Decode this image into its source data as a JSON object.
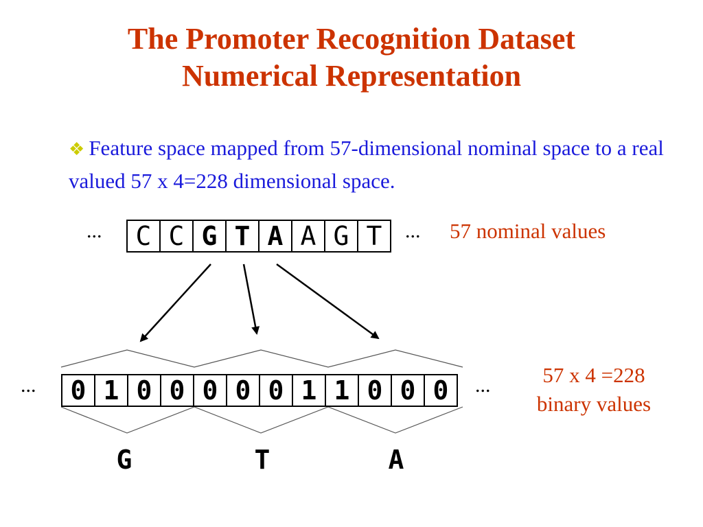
{
  "title": {
    "line1": "The Promoter Recognition Dataset",
    "line2": "Numerical Representation"
  },
  "bullet": {
    "icon": "diamond-bullet-icon",
    "text": "Feature space mapped from 57-dimensional nominal space to a real valued 57 x 4=228 dimensional space."
  },
  "sequence": {
    "cells": [
      "C",
      "C",
      "G",
      "T",
      "A",
      "A",
      "G",
      "T"
    ],
    "highlighted": [
      2,
      3,
      4
    ],
    "ellipsis_left": "...",
    "ellipsis_right": "...",
    "label": "57 nominal values"
  },
  "binary": {
    "cells": [
      "0",
      "1",
      "0",
      "0",
      "0",
      "0",
      "0",
      "1",
      "1",
      "0",
      "0",
      "0"
    ],
    "ellipsis_left": "...",
    "ellipsis_right": "...",
    "label_line1": "57 x 4 =228",
    "label_line2": "binary values"
  },
  "groups": [
    "G",
    "T",
    "A"
  ],
  "colors": {
    "title": "#cc3300",
    "bullet_text": "#1a1adb",
    "bullet_mark": "#cccc00",
    "note": "#cc3300"
  }
}
